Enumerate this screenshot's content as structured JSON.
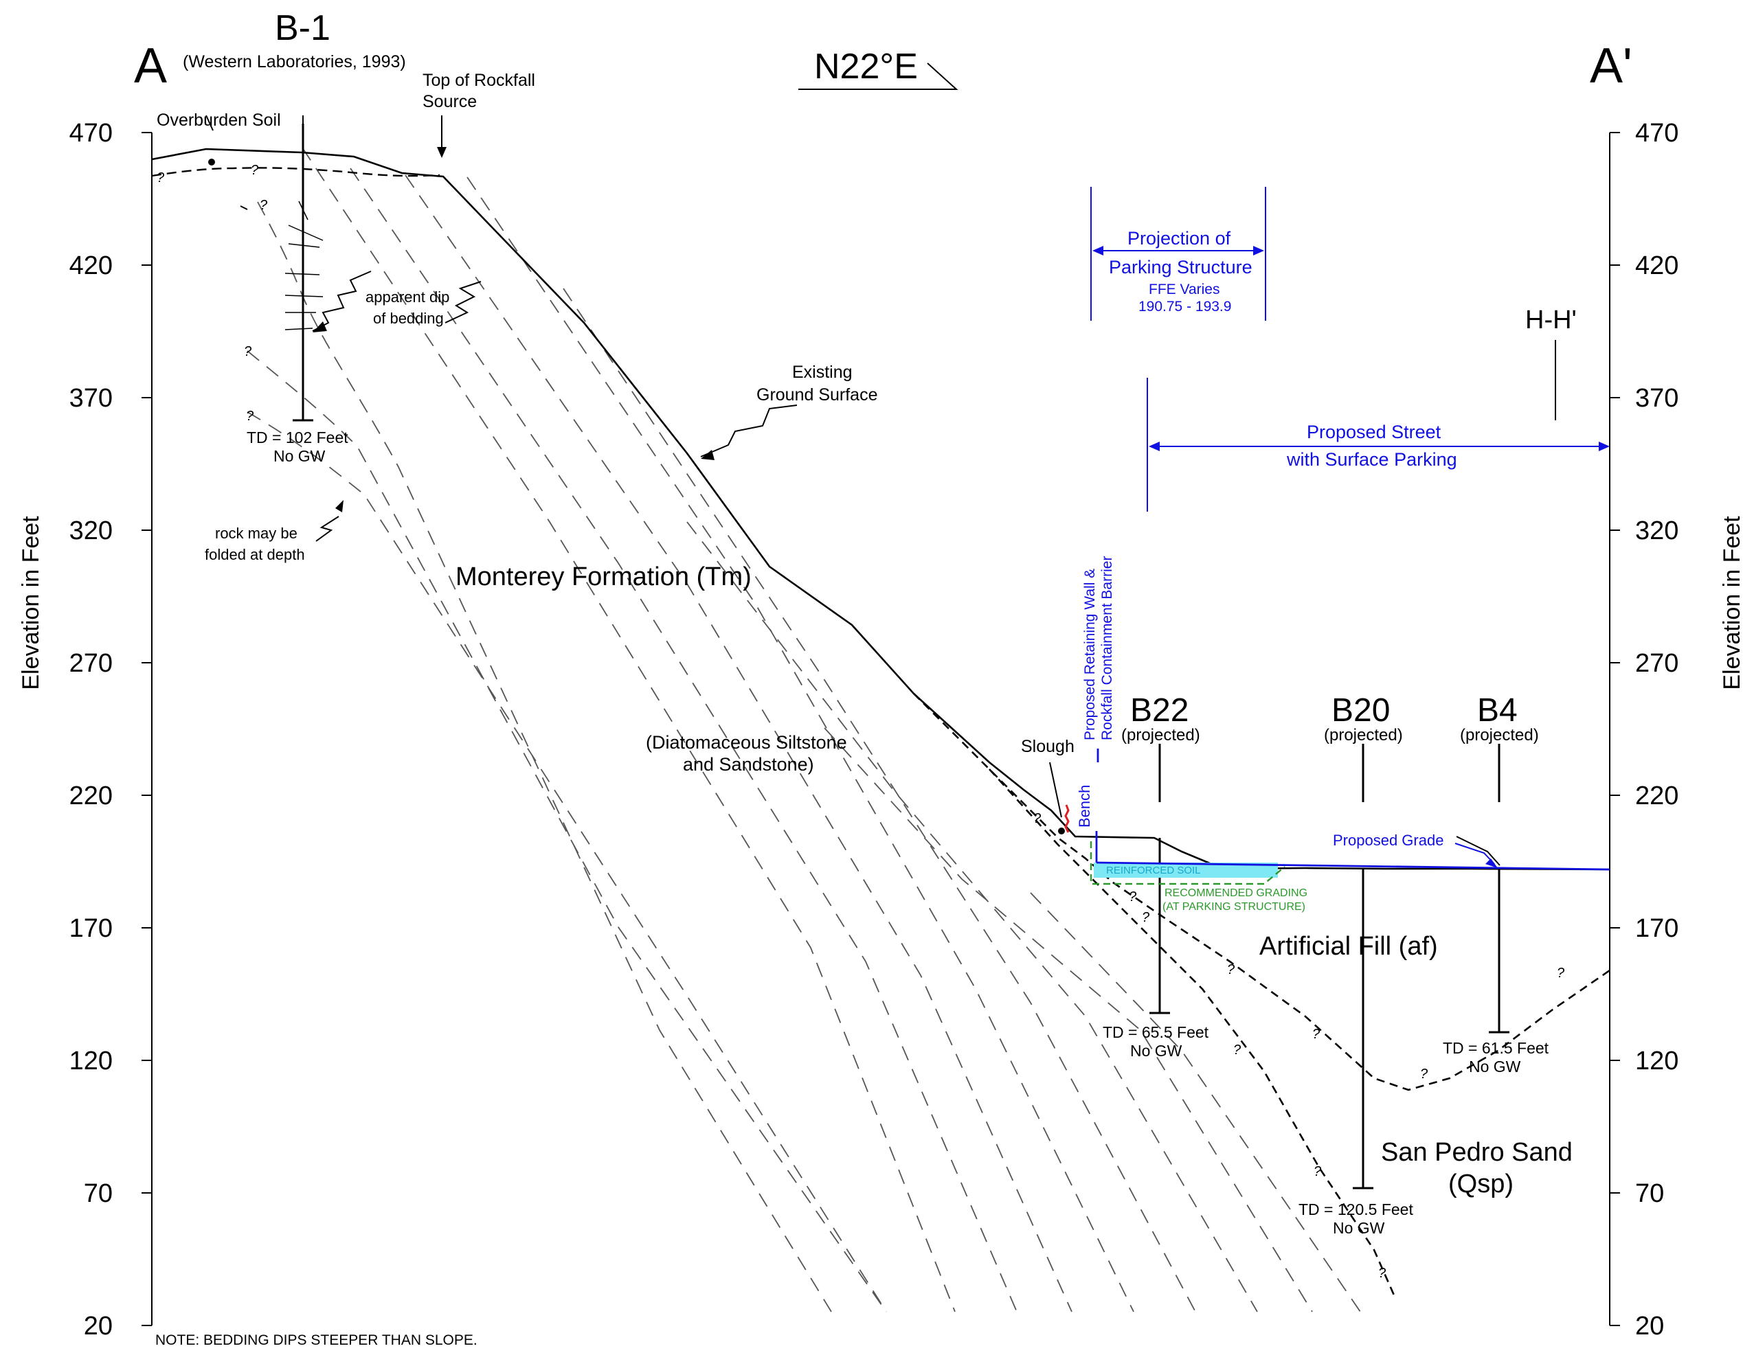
{
  "section": {
    "left_label": "A",
    "right_label": "A'",
    "bearing": "N22°E",
    "axis_title": "Elevation in Feet",
    "axis_ticks": [
      "470",
      "420",
      "370",
      "320",
      "270",
      "220",
      "170",
      "120",
      "70",
      "20"
    ],
    "note": "NOTE: BEDDING DIPS STEEPER THAN SLOPE."
  },
  "borings": {
    "b1": {
      "name": "B-1",
      "source": "(Western Laboratories, 1993)",
      "td": "TD = 102 Feet",
      "gw": "No GW"
    },
    "b22": {
      "name": "B22",
      "sub": "(projected)",
      "td": "TD = 65.5 Feet",
      "gw": "No GW"
    },
    "b20": {
      "name": "B20",
      "sub": "(projected)",
      "td": "TD = 120.5 Feet",
      "gw": "No GW"
    },
    "b4": {
      "name": "B4",
      "sub": "(projected)",
      "td": "TD = 61.5 Feet",
      "gw": "No GW"
    }
  },
  "labels": {
    "overburden": "Overburden Soil",
    "rockfall_1": "Top of Rockfall",
    "rockfall_2": "Source",
    "dip_1": "apparent dip",
    "dip_2": "of bedding",
    "existing_1": "Existing",
    "existing_2": "Ground Surface",
    "folded_1": "rock may be",
    "folded_2": "folded at depth",
    "monterey": "Monterey Formation (Tm)",
    "diatom_1": "(Diatomaceous Siltstone",
    "diatom_2": "and Sandstone)",
    "slough": "Slough",
    "artificial_fill": "Artificial Fill (af)",
    "sanpedro_1": "San Pedro Sand",
    "sanpedro_2": "(Qsp)",
    "hh": "H-H'",
    "query": "?"
  },
  "proposed": {
    "parking_1": "Projection of",
    "parking_2": "Parking Structure",
    "ffe_1": "FFE Varies",
    "ffe_2": "190.75 - 193.9",
    "street_1": "Proposed Street",
    "street_2": "with Surface Parking",
    "wall_1": "Proposed Retaining Wall &",
    "wall_2": "Rockfall Containment Barrier",
    "bench": "Bench",
    "grade": "Proposed Grade",
    "reinforced": "REINFORCED SOIL",
    "grading_1": "RECOMMENDED GRADING",
    "grading_2": "(AT PARKING STRUCTURE)"
  },
  "colors": {
    "line": "#000000",
    "proposed": "#1010e0",
    "grading": "#2a9a2a",
    "reinforced_fill": "#7fe8f5",
    "barrier": "#e02020"
  }
}
